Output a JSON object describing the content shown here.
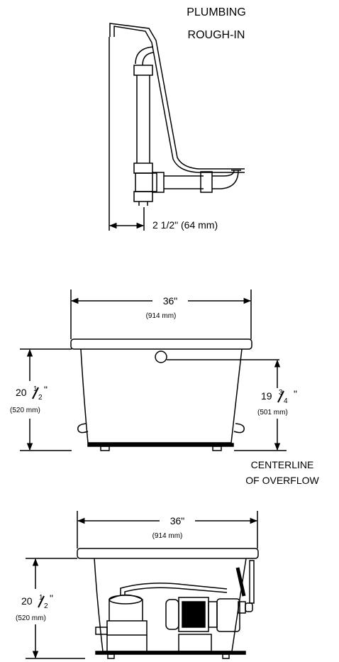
{
  "rough_in": {
    "title_line1": "PLUMBING",
    "title_line2": "ROUGH-IN",
    "offset": "2 1/2\"  (64 mm)"
  },
  "front_view": {
    "width_in": "36\"",
    "width_mm": "(914 mm)",
    "height_whole": "20",
    "height_num": "1",
    "height_den": "2",
    "height_mark": "\"",
    "height_mm": "(520 mm)",
    "overflow_whole": "19",
    "overflow_num": "3",
    "overflow_den": "4",
    "overflow_mark": "\"",
    "overflow_mm": "(501 mm)",
    "centerline_line1": "CENTERLINE",
    "centerline_line2": "OF OVERFLOW"
  },
  "whirlpool_view": {
    "width_in": "36\"",
    "width_mm": "(914 mm)",
    "height_whole": "20",
    "height_num": "1",
    "height_den": "2",
    "height_mark": "\"",
    "height_mm": "(520 mm)"
  }
}
